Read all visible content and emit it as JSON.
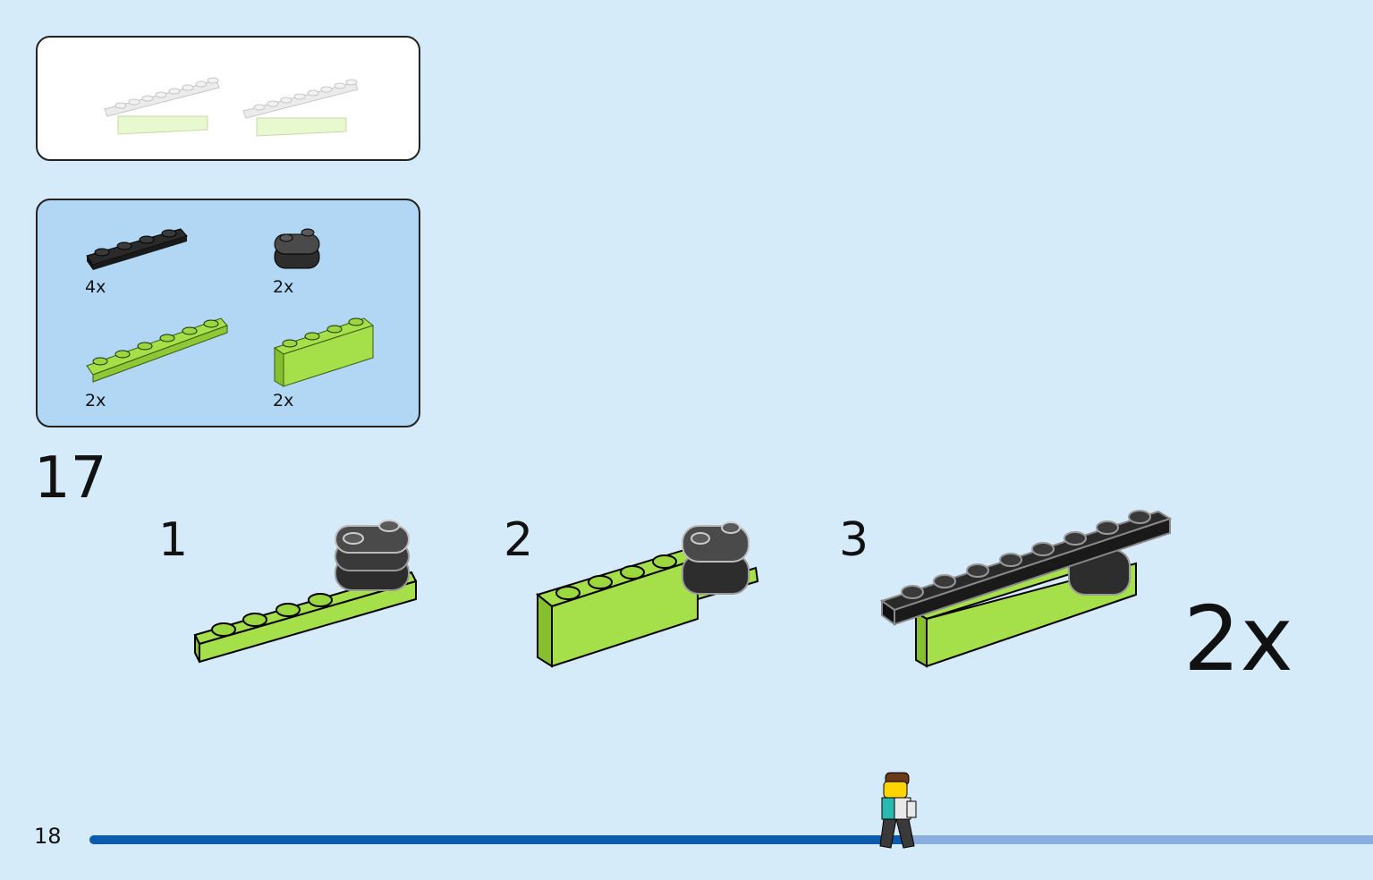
{
  "parts_list": {
    "items": [
      {
        "name": "black-plate-1x4",
        "qty": "4x",
        "color": "#2a2a2a"
      },
      {
        "name": "dark-grey-round-plate-1x2",
        "qty": "2x",
        "color": "#5a5a5a"
      },
      {
        "name": "lime-plate-1x6",
        "qty": "2x",
        "color": "#a5e04a"
      },
      {
        "name": "lime-brick-1x4",
        "qty": "2x",
        "color": "#a5e04a"
      }
    ]
  },
  "step": {
    "number": "17",
    "substeps": [
      {
        "label": "1"
      },
      {
        "label": "2"
      },
      {
        "label": "3"
      }
    ],
    "multiplier": "2x"
  },
  "footer": {
    "page_number": "18",
    "progress": 0.64
  },
  "colors": {
    "background": "#d6ebfa",
    "parts_panel": "#b1d7f5",
    "lime": "#a5e04a",
    "black": "#2a2a2a",
    "progress_done": "#0b5cad",
    "progress_remaining": "#8aaee0"
  }
}
